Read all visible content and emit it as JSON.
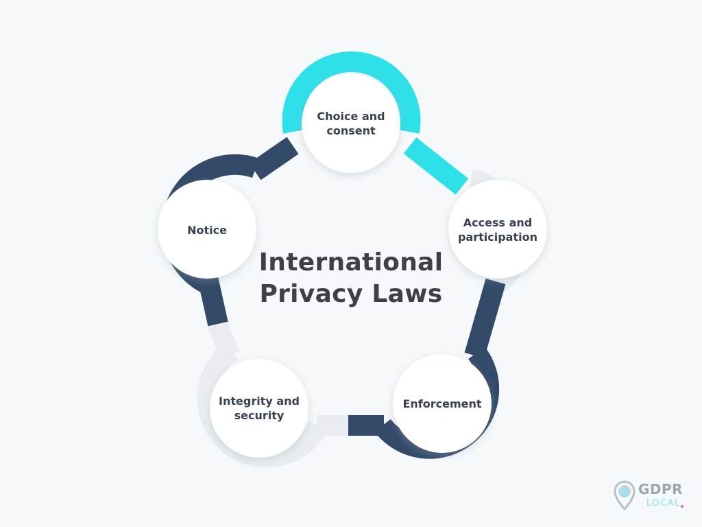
{
  "title": {
    "line1": "International",
    "line2": "Privacy Laws"
  },
  "nodes": [
    {
      "label_line1": "Choice and",
      "label_line2": "consent"
    },
    {
      "label_line1": "Access and",
      "label_line2": "participation"
    },
    {
      "label_line1": "Enforcement",
      "label_line2": ""
    },
    {
      "label_line1": "Integrity and",
      "label_line2": "security"
    },
    {
      "label_line1": "Notice",
      "label_line2": ""
    }
  ],
  "logo": {
    "word": "GDPR",
    "sub": "LOCAL",
    "icon": "lock-pin-icon"
  },
  "colors": {
    "background": "#f6f9fb",
    "cyan": "#2ee0ea",
    "navy": "#324a68",
    "light_gray": "#e9edf1",
    "node_fill": "#ffffff",
    "text": "#374151"
  }
}
